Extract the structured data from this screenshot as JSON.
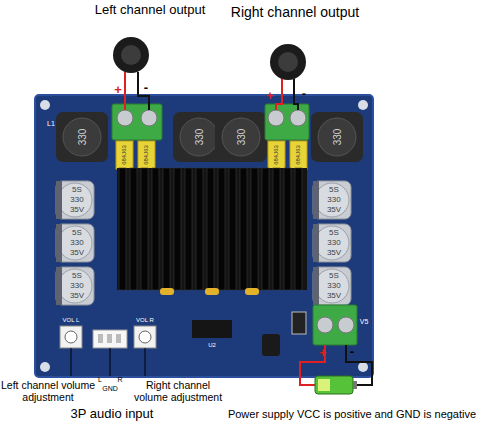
{
  "diagram": {
    "labels": [
      "Left channel output",
      "Right channel output",
      "+",
      "-",
      "+",
      "-",
      "L1",
      "330",
      "330",
      "330",
      "330",
      "5S",
      "330",
      "35V",
      "5S",
      "330",
      "35V",
      "5S",
      "330",
      "35V",
      "5S",
      "330",
      "35V",
      "5S",
      "330",
      "35V",
      "5S",
      "330",
      "35V",
      "684J63",
      "684J63",
      "684J63",
      "684J63",
      "VOL L",
      "VOL R",
      "U2",
      "V5",
      "Left channel volume adjustment",
      "L",
      "GND",
      "R",
      "Right channel volume adjustment",
      "3P audio input",
      "+",
      "-",
      "Power supply VCC is positive and GND is negative"
    ]
  }
}
